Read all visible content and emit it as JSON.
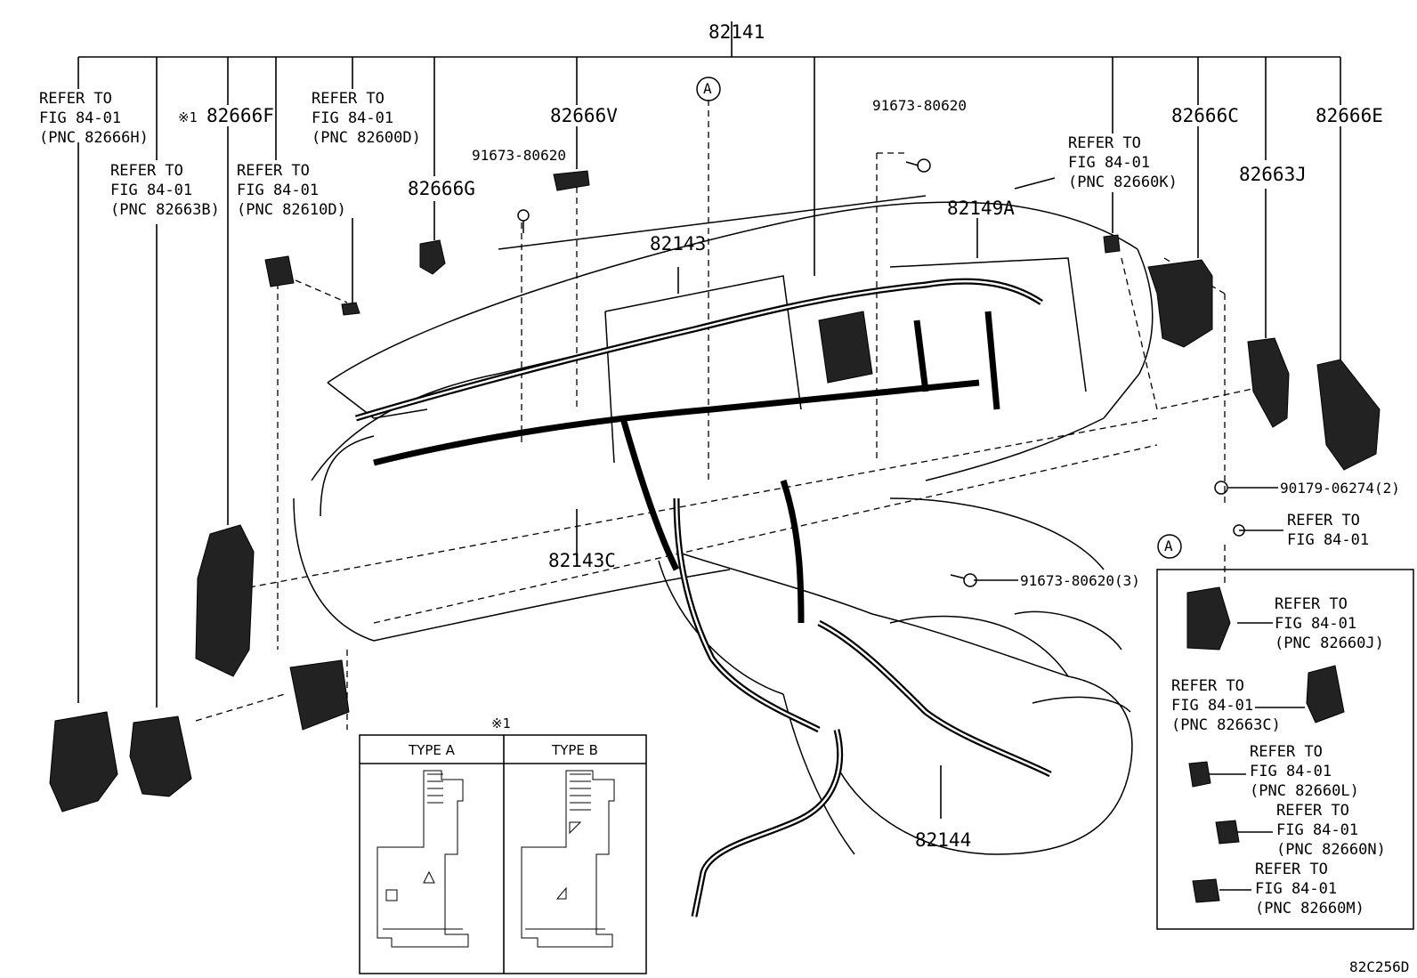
{
  "labels": {
    "main_harness": "82141",
    "marker_a": "A",
    "ref_82666h": "REFER TO\nFIG 84-01\n(PNC 82666H)",
    "ref_82663b": "REFER TO\nFIG 84-01\n(PNC 82663B)",
    "note1_prefix": "※1",
    "p82666f": "82666F",
    "ref_82610d": "REFER TO\nFIG 84-01\n(PNC 82610D)",
    "ref_82600d": "REFER TO\nFIG 84-01\n(PNC 82600D)",
    "p82666g": "82666G",
    "p82666v": "82666V",
    "bolt_91673_a": "91673-80620",
    "p82143": "82143",
    "bolt_91673_b": "91673-80620",
    "p82149a": "82149A",
    "ref_82660k": "REFER TO\nFIG 84-01\n(PNC 82660K)",
    "p82666c": "82666C",
    "p82663j": "82663J",
    "p82666e": "82666E",
    "clip_90179": "90179-06274(2)",
    "ref_84_01": "REFER TO\nFIG 84-01",
    "bolt_91673_3": "91673-80620(3)",
    "p82143c": "82143C",
    "p82144": "82144",
    "note1_inset": "※1",
    "type_a": "TYPE A",
    "type_b": "TYPE B",
    "inset_marker": "A",
    "ref_82660j": "REFER TO\nFIG 84-01\n(PNC 82660J)",
    "ref_82663c": "REFER TO\nFIG 84-01\n(PNC 82663C)",
    "ref_82660l": "REFER TO\nFIG 84-01\n(PNC 82660L)",
    "ref_82660n": "REFER TO\nFIG 84-01\n(PNC 82660N)",
    "ref_82660m": "REFER TO\nFIG 84-01\n(PNC 82660M)",
    "figure_code": "82C256D"
  }
}
